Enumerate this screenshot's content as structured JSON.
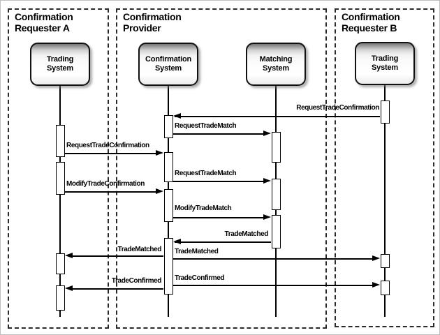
{
  "diagram": {
    "type": "uml-sequence-diagram",
    "frames": [
      {
        "title_line1": "Confirmation",
        "title_line2": "Requester A"
      },
      {
        "title_line1": "Confirmation",
        "title_line2": "Provider"
      },
      {
        "title_line1": "Confirmation",
        "title_line2": "Requester B"
      }
    ],
    "participants": [
      {
        "name_line1": "Trading",
        "name_line2": "System",
        "frame": "Confirmation Requester A"
      },
      {
        "name_line1": "Confirmation",
        "name_line2": "System",
        "frame": "Confirmation Provider"
      },
      {
        "name_line1": "Matching",
        "name_line2": "System",
        "frame": "Confirmation Provider"
      },
      {
        "name_line1": "Trading",
        "name_line2": "System",
        "frame": "Confirmation Requester B"
      }
    ],
    "messages": [
      {
        "label": "RequestTradeConfirmation",
        "from": "Trading System (Requester B)",
        "to": "Confirmation System",
        "direction": "left"
      },
      {
        "label": "RequestTradeMatch",
        "from": "Confirmation System",
        "to": "Matching System",
        "direction": "right"
      },
      {
        "label": "RequestTradeConfirmation",
        "from": "Trading System (Requester A)",
        "to": "Confirmation System",
        "direction": "right"
      },
      {
        "label": "RequestTradeMatch",
        "from": "Confirmation System",
        "to": "Matching System",
        "direction": "right"
      },
      {
        "label": "ModifyTradeConfirmation",
        "from": "Trading System (Requester A)",
        "to": "Confirmation System",
        "direction": "right"
      },
      {
        "label": "ModifyTradeMatch",
        "from": "Confirmation System",
        "to": "Matching System",
        "direction": "right"
      },
      {
        "label": "TradeMatched",
        "from": "Matching System",
        "to": "Confirmation System",
        "direction": "left"
      },
      {
        "label": "TradeMatched",
        "from": "Confirmation System",
        "to": "Trading System (Requester A)",
        "direction": "left"
      },
      {
        "label": "TradeMatched",
        "from": "Confirmation System",
        "to": "Trading System (Requester B)",
        "direction": "right"
      },
      {
        "label": "TradeConfirmed",
        "from": "Confirmation System",
        "to": "Trading System (Requester A)",
        "direction": "left"
      },
      {
        "label": "TradeConfirmed",
        "from": "Confirmation System",
        "to": "Trading System (Requester B)",
        "direction": "right"
      }
    ],
    "colors": {
      "background": "#ffffff",
      "line": "#000000",
      "frame_border": "#2a2a2a",
      "activation_fill": "#ffffff"
    }
  }
}
